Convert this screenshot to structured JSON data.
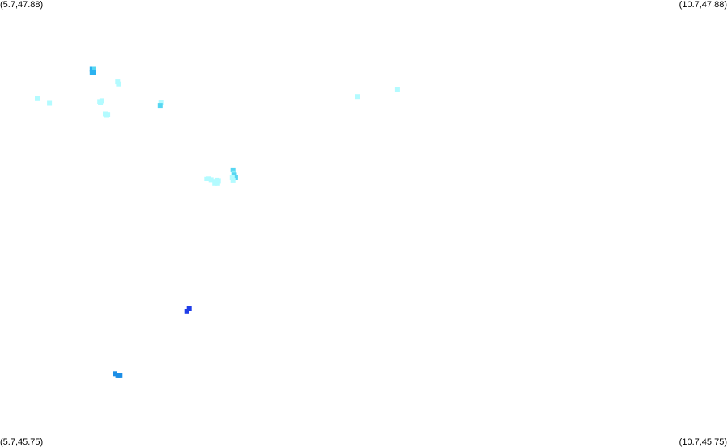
{
  "map": {
    "bounds": {
      "lon_min": 5.7,
      "lon_max": 10.7,
      "lat_min": 45.75,
      "lat_max": 47.88
    },
    "corners": {
      "top_left": "(5.7,47.88)",
      "top_right": "(10.7,47.88)",
      "bottom_left": "(5.7,45.75)",
      "bottom_right": "(10.7,45.75)"
    },
    "colors": {
      "background": "#ffffff",
      "pale_cyan": "#b3fbff",
      "light_cyan": "#87edf7",
      "cyan": "#56d6f2",
      "sky_blue": "#2bb2f0",
      "azure": "#1c8ee6",
      "blue": "#1f3de8"
    },
    "points": [
      {
        "lon": 6.333,
        "lat": 47.55,
        "color": "#2bb2f0"
      },
      {
        "lon": 6.333,
        "lat": 47.535,
        "color": "#2bb2f0"
      },
      {
        "lon": 6.345,
        "lat": 47.55,
        "color": "#56d6f2"
      },
      {
        "lon": 6.345,
        "lat": 47.535,
        "color": "#2bb2f0"
      },
      {
        "lon": 6.508,
        "lat": 47.49,
        "color": "#b3fbff"
      },
      {
        "lon": 6.514,
        "lat": 47.48,
        "color": "#b3fbff"
      },
      {
        "lon": 5.956,
        "lat": 47.41,
        "color": "#b3fbff"
      },
      {
        "lon": 6.04,
        "lat": 47.388,
        "color": "#b3fbff"
      },
      {
        "lon": 6.385,
        "lat": 47.396,
        "color": "#b3fbff"
      },
      {
        "lon": 6.4,
        "lat": 47.4,
        "color": "#b3fbff"
      },
      {
        "lon": 6.39,
        "lat": 47.39,
        "color": "#b3fbff"
      },
      {
        "lon": 6.805,
        "lat": 47.39,
        "color": "#b3fbff"
      },
      {
        "lon": 6.8,
        "lat": 47.378,
        "color": "#56d6f2"
      },
      {
        "lon": 6.423,
        "lat": 47.338,
        "color": "#b3fbff"
      },
      {
        "lon": 6.44,
        "lat": 47.335,
        "color": "#b3fbff"
      },
      {
        "lon": 6.43,
        "lat": 47.33,
        "color": "#b3fbff"
      },
      {
        "lon": 8.155,
        "lat": 47.42,
        "color": "#b3fbff"
      },
      {
        "lon": 8.43,
        "lat": 47.455,
        "color": "#b3fbff"
      },
      {
        "lon": 7.12,
        "lat": 47.028,
        "color": "#b3fbff"
      },
      {
        "lon": 7.135,
        "lat": 47.03,
        "color": "#b3fbff"
      },
      {
        "lon": 7.15,
        "lat": 47.022,
        "color": "#b3fbff"
      },
      {
        "lon": 7.178,
        "lat": 47.015,
        "color": "#b3fbff"
      },
      {
        "lon": 7.19,
        "lat": 47.02,
        "color": "#b3fbff"
      },
      {
        "lon": 7.2,
        "lat": 47.018,
        "color": "#b3fbff"
      },
      {
        "lon": 7.175,
        "lat": 47.005,
        "color": "#b3fbff"
      },
      {
        "lon": 7.195,
        "lat": 47.005,
        "color": "#b3fbff"
      },
      {
        "lon": 7.3,
        "lat": 47.07,
        "color": "#56d6f2"
      },
      {
        "lon": 7.305,
        "lat": 47.055,
        "color": "#87edf7"
      },
      {
        "lon": 7.31,
        "lat": 47.045,
        "color": "#56d6f2"
      },
      {
        "lon": 7.318,
        "lat": 47.035,
        "color": "#56d6f2"
      },
      {
        "lon": 7.3,
        "lat": 47.02,
        "color": "#b3fbff"
      },
      {
        "lon": 7.295,
        "lat": 47.035,
        "color": "#b3fbff"
      },
      {
        "lon": 7.0,
        "lat": 46.41,
        "color": "#1f3de8"
      },
      {
        "lon": 6.983,
        "lat": 46.395,
        "color": "#1f3de8"
      },
      {
        "lon": 6.49,
        "lat": 46.1,
        "color": "#1c8ee6"
      },
      {
        "lon": 6.51,
        "lat": 46.09,
        "color": "#1c8ee6"
      },
      {
        "lon": 6.525,
        "lat": 46.09,
        "color": "#1c8ee6"
      }
    ]
  }
}
